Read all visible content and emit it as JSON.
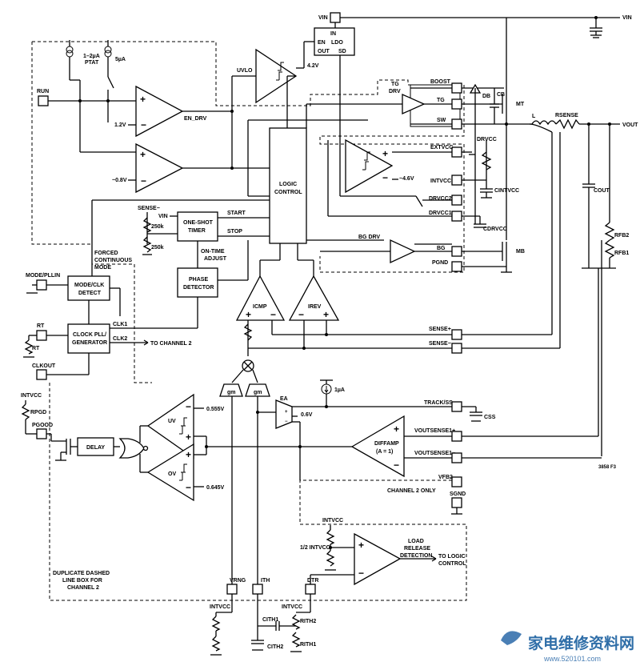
{
  "pins": {
    "vin": "VIN",
    "run": "RUN",
    "mode_pllin": "MODE/PLLIN",
    "rt": "RT",
    "clkout": "CLKOUT",
    "intvcc_rpgd": "INTVCC",
    "pgood": "PGOOD",
    "boost": "BOOST",
    "tg": "TG",
    "sw": "SW",
    "extvcc": "EXTVCC",
    "intvcc": "INTVCC",
    "drvcc2": "DRVCC2",
    "drvcc1": "DRVCC1",
    "bg": "BG",
    "pgnd": "PGND",
    "sense_p": "SENSE+",
    "sense_n": "SENSE−",
    "track_ss": "TRACK/SS",
    "voutsense_p": "VOUTSENSE1+",
    "voutsense_n": "VOUTSENSE1−",
    "vfb2": "VFB2",
    "sgnd": "SGND",
    "vrng": "VRNG",
    "ith": "ITH",
    "dtr": "DTR",
    "vin_out": "VIN",
    "vout": "VOUT"
  },
  "blocks": {
    "ldo_in": "IN",
    "ldo_en": "EN",
    "ldo_name": "LDO",
    "ldo_out": "OUT",
    "ldo_sd": "SD",
    "logic": [
      "LOGIC",
      "CONTROL"
    ],
    "one_shot": [
      "ONE-SHOT",
      "TIMER"
    ],
    "phase_det": [
      "PHASE",
      "DETECTOR"
    ],
    "mode_clk": [
      "MODE/CLK",
      "DETECT"
    ],
    "clock_pll": [
      "CLOCK PLL/",
      "GENERATOR"
    ],
    "delay": "DELAY",
    "diffamp": [
      "DIFFAMP",
      "(A = 1)"
    ],
    "load_release": [
      "LOAD",
      "RELEASE",
      "DETECTION"
    ]
  },
  "labels": {
    "ptat": [
      "1–2µA",
      "PTAT"
    ],
    "five_ua": "5µA",
    "uvlo": "UVLO",
    "v42": "4.2V",
    "en_drv": "EN_DRV",
    "v12": "1.2V",
    "v08": "~0.8V",
    "tg_drv": [
      "TG",
      "DRV"
    ],
    "bg_drv": "BG DRV",
    "v46": "~4.6V",
    "start": "START",
    "stop": "STOP",
    "sense_minus": "SENSE−",
    "vin_small": "VIN",
    "r250k_a": "250k",
    "r250k_b": "250k",
    "ontime": [
      "ON-TIME",
      "ADJUST"
    ],
    "forced": [
      "FORCED",
      "CONTINUOUS",
      "MODE"
    ],
    "clk1": "CLK1",
    "clk2": "CLK2",
    "to_channel2": "TO CHANNEL 2",
    "icmp": "ICMP",
    "irev": "IREV",
    "gm1": "gm",
    "gm2": "gm",
    "ea": "EA",
    "one_ua": "1µA",
    "v06": "0.6V",
    "v0555": "0.555V",
    "v0645": "0.645V",
    "uv": "UV",
    "ov": "OV",
    "rpgd": "RPGD",
    "rt_res": "RT",
    "css": "CSS",
    "channel2_only": "CHANNEL 2 ONLY",
    "half_intvcc": "1/2 INTVCC",
    "intvcc_top": "INTVCC",
    "to_logic": [
      "TO LOGIC",
      "CONTROL"
    ],
    "duplicate": [
      "DUPLICATE DASHED",
      "LINE BOX FOR",
      "CHANNEL 2"
    ],
    "intvcc_a": "INTVCC",
    "intvcc_b": "INTVCC",
    "cith1": "CITH1",
    "cith2": "CITH2",
    "rith2": "RITH2",
    "rith1": "RITH1",
    "db": "DB",
    "cb": "CB",
    "mt": "MT",
    "mb": "MB",
    "l": "L",
    "rsense": "RSENSE",
    "drvcc": "DRVCC",
    "cintvcc": "CINTVCC",
    "cdrvcc": "CDRVCC",
    "cout": "COUT",
    "rfb2": "RFB2",
    "rfb1": "RFB1",
    "fig": "3858 F3"
  },
  "watermark": {
    "cn": "家电维修资料网",
    "url": "www.520101.com"
  }
}
